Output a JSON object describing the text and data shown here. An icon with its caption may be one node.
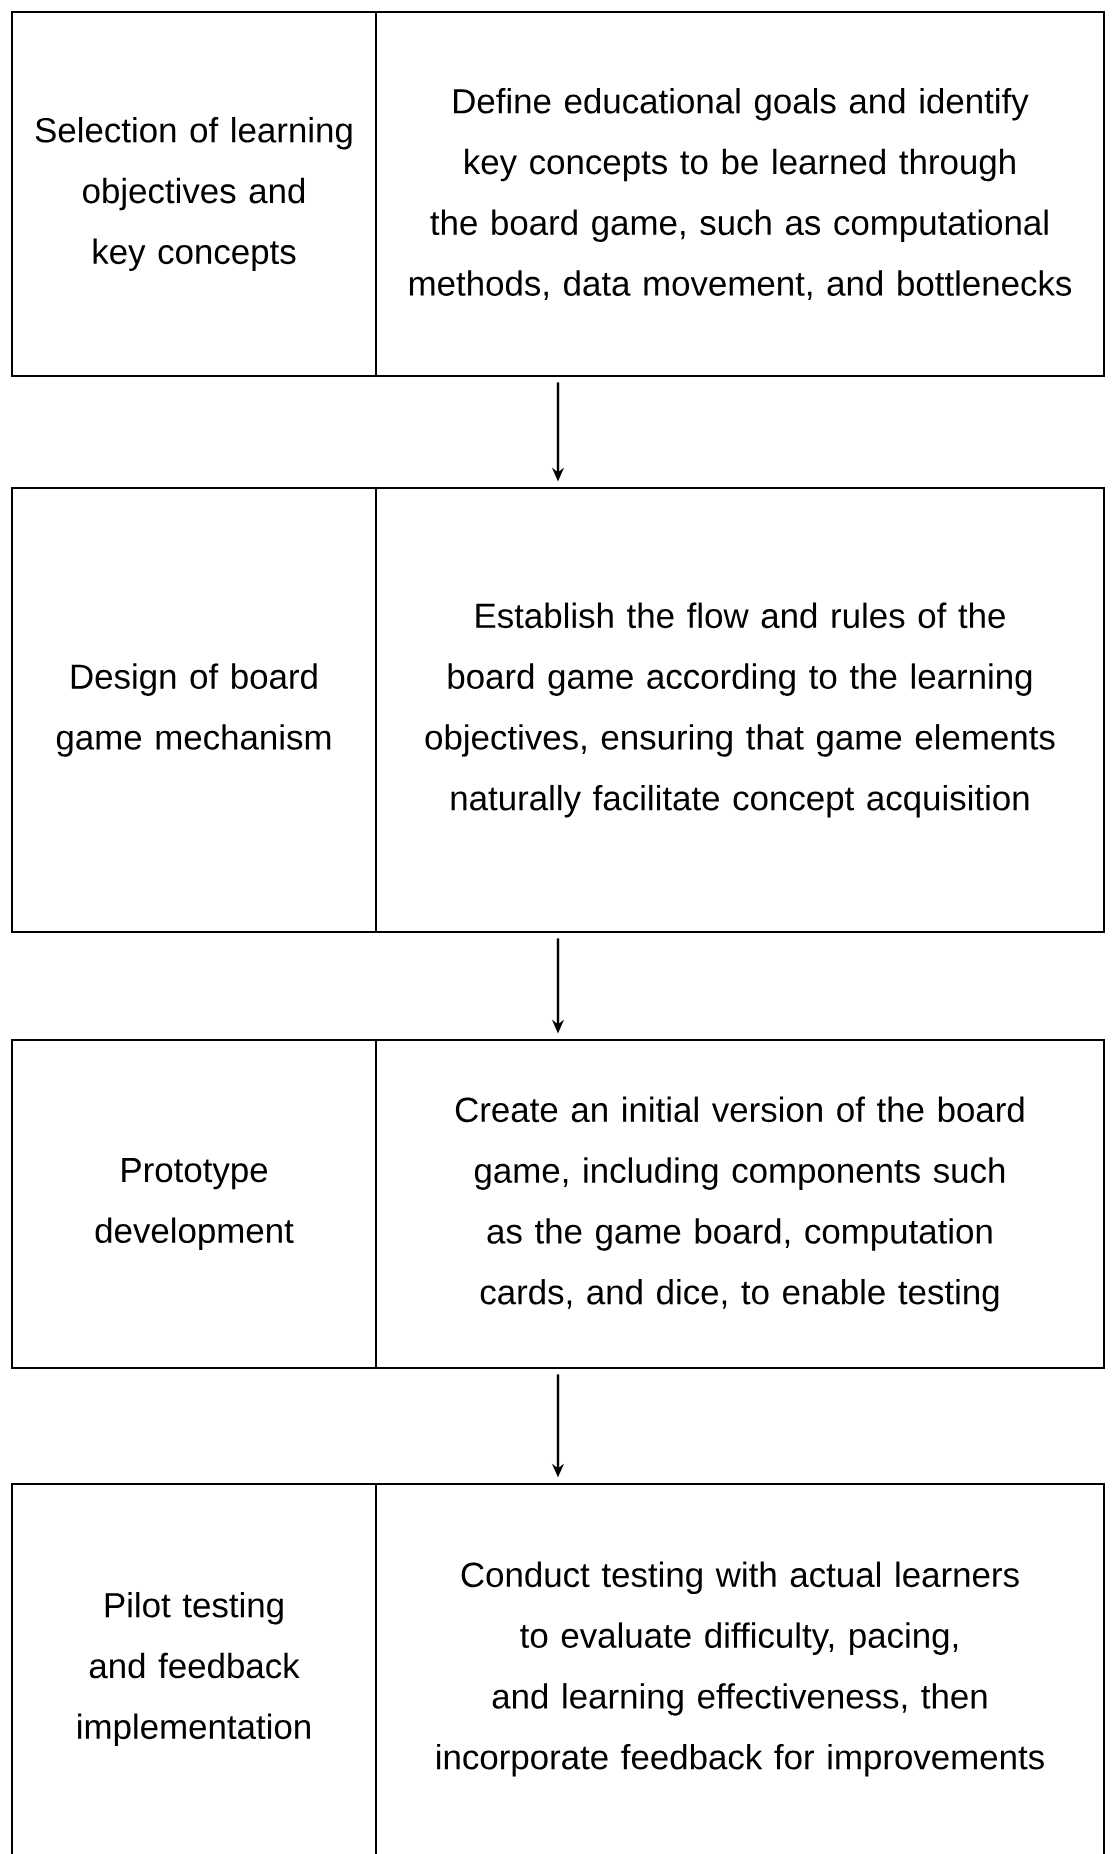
{
  "diagram": {
    "nodes": [
      {
        "text": [],
        "shape": "box"
      },
      {
        "text": [
          "Selection of learning objectives and key concepts"
        ],
        "in": 0
      },
      {
        "text": [
          "Define educational goals and identify key concepts to be learned through the board game, such as computational methods, data movement, and bottlenecks"
        ],
        "in": 0
      },
      {
        "text": [],
        "shape": "box"
      },
      {
        "text": [
          "Design of board game mechanism"
        ],
        "in": 3
      },
      {
        "text": [
          "Establish the flow and rules of the board game according to the learning objectives, ensuring that game elements naturally facilitate concept acquisition"
        ],
        "in": 3
      },
      {
        "text": [],
        "shape": "box"
      },
      {
        "text": [
          "Prototype development"
        ],
        "in": 6
      },
      {
        "text": [
          "Create an initial version of the board game, including components such as the game board, computation cards, and dice, to enable testing"
        ],
        "in": 6
      },
      {
        "text": [],
        "shape": "box"
      },
      {
        "text": [
          "Pilot testing and feedback implementation"
        ],
        "in": 9
      },
      {
        "text": [
          "Conduct testing with actual learners to evaluate difficulty, pacing, and learning effectiveness, then incorporate feedback for improvements"
        ],
        "in": 9
      }
    ],
    "edges": [
      {
        "from": 0,
        "to": 3,
        "arrow": "to"
      },
      {
        "from": 3,
        "to": 6,
        "arrow": "to"
      },
      {
        "from": 6,
        "to": 9,
        "arrow": "to"
      }
    ]
  }
}
